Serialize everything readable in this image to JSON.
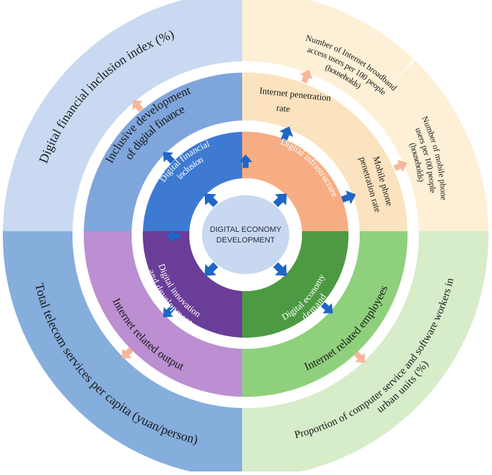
{
  "center": {
    "line1": "DIGITAL ECONOMY",
    "line2": "DEVELOPMENT"
  },
  "colors": {
    "center": "#c8d8f0",
    "blue_inner": "#3e7ad1",
    "blue_mid": "#7fa6dc",
    "blue_outer": "#c9d9f1",
    "orange_inner": "#f7ad83",
    "orange_mid": "#fbe3bf",
    "orange_outer": "#fdf0d6",
    "green_inner": "#4d9a43",
    "green_mid": "#8fd07c",
    "green_outer": "#d7ecc9",
    "purple_inner": "#6a3d98",
    "purple_mid": "#bb8fd1",
    "telecom": "#85aedd",
    "arrow_blue": "#1f66c6",
    "arrow_peach": "#f6b69a"
  },
  "quadrants": {
    "financial": {
      "inner": [
        "Digital financial",
        "inclusion"
      ],
      "mid": [
        "Inclusive development",
        "of digital finance"
      ],
      "outer": "Digital financial inclusion index (%)"
    },
    "infrastructure": {
      "inner": "Digital infrastructure",
      "mid_top": [
        "Internet penetration",
        "rate"
      ],
      "mid_side": [
        "Mobile phone",
        "penetration rate"
      ],
      "outer_top": [
        "Number of Internet broadband",
        "access users per 100 people",
        "(households)"
      ],
      "outer_side": [
        "Number of mobile phone",
        "users per 100 people",
        "(households)"
      ]
    },
    "innovation": {
      "inner": [
        "Digital innovation",
        "and development"
      ],
      "mid": "Internet related output",
      "outer": "Total telecom services per capita (yuan/person)"
    },
    "demand": {
      "inner": [
        "Digital economy",
        "demand"
      ],
      "mid": "Internet related employees",
      "outer": [
        "Proportion of computer service and software workers in",
        "urban units (%)"
      ]
    }
  }
}
